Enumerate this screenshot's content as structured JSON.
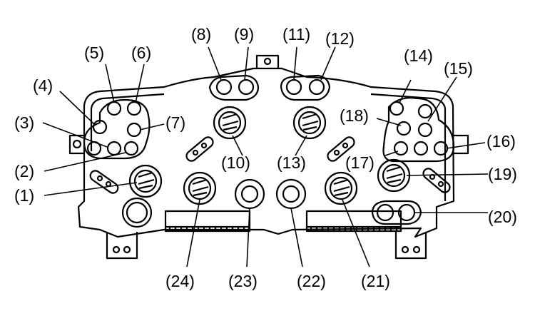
{
  "labels": [
    "(1)",
    "(2)",
    "(3)",
    "(4)",
    "(5)",
    "(6)",
    "(7)",
    "(8)",
    "(9)",
    "(10)",
    "(11)",
    "(12)",
    "(13)",
    "(14)",
    "(15)",
    "(16)",
    "(17)",
    "(18)",
    "(19)",
    "(20)",
    "(21)",
    "(22)",
    "(23)",
    "(24)"
  ],
  "colors": {
    "line": "#000000",
    "background": "#ffffff",
    "fill": "#ffffff"
  }
}
